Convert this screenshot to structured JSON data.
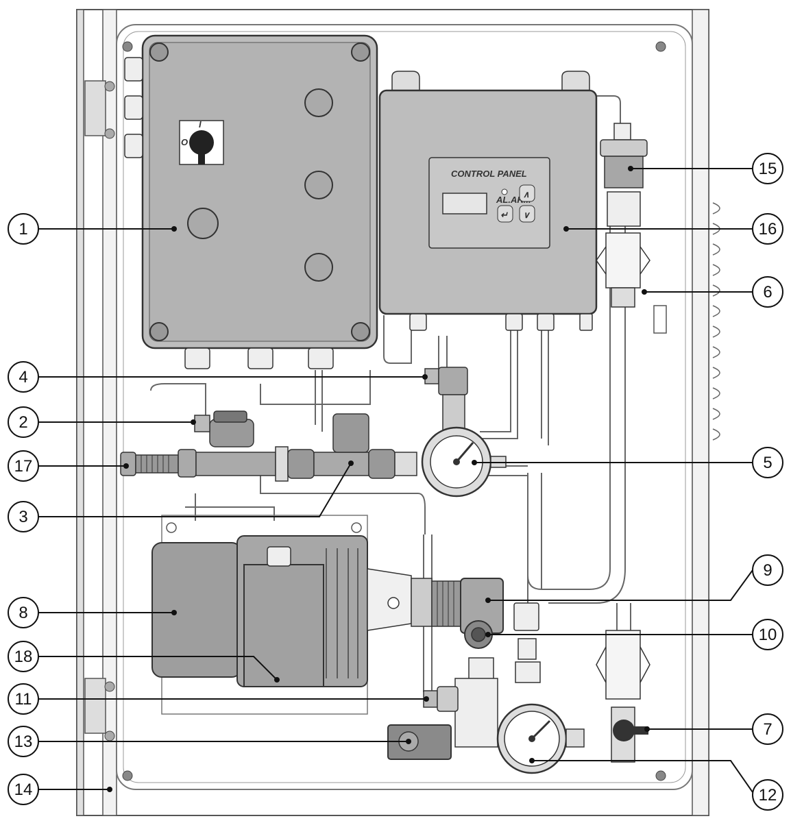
{
  "diagram": {
    "control_panel_label": "CONTROL PANEL",
    "status_led_label": "AL.ARM",
    "up_key_glyph": "∧",
    "down_key_glyph": "∨",
    "enter_key_glyph": "↵",
    "switch_on_mark": "I",
    "switch_off_mark": "O"
  },
  "callouts": [
    {
      "id": "1",
      "label": "1"
    },
    {
      "id": "2",
      "label": "2"
    },
    {
      "id": "3",
      "label": "3"
    },
    {
      "id": "4",
      "label": "4"
    },
    {
      "id": "5",
      "label": "5"
    },
    {
      "id": "6",
      "label": "6"
    },
    {
      "id": "7",
      "label": "7"
    },
    {
      "id": "8",
      "label": "8"
    },
    {
      "id": "9",
      "label": "9"
    },
    {
      "id": "10",
      "label": "10"
    },
    {
      "id": "11",
      "label": "11"
    },
    {
      "id": "12",
      "label": "12"
    },
    {
      "id": "13",
      "label": "13"
    },
    {
      "id": "14",
      "label": "14"
    },
    {
      "id": "15",
      "label": "15"
    },
    {
      "id": "16",
      "label": "16"
    },
    {
      "id": "17",
      "label": "17"
    },
    {
      "id": "18",
      "label": "18"
    }
  ],
  "colors": {
    "outline": "#444444",
    "enclosure_fill": "#bdbdbd",
    "enclosure_dark": "#a9a9a9",
    "component_fill": "#9e9e9e",
    "pipe_fill": "#e9e9e9"
  }
}
